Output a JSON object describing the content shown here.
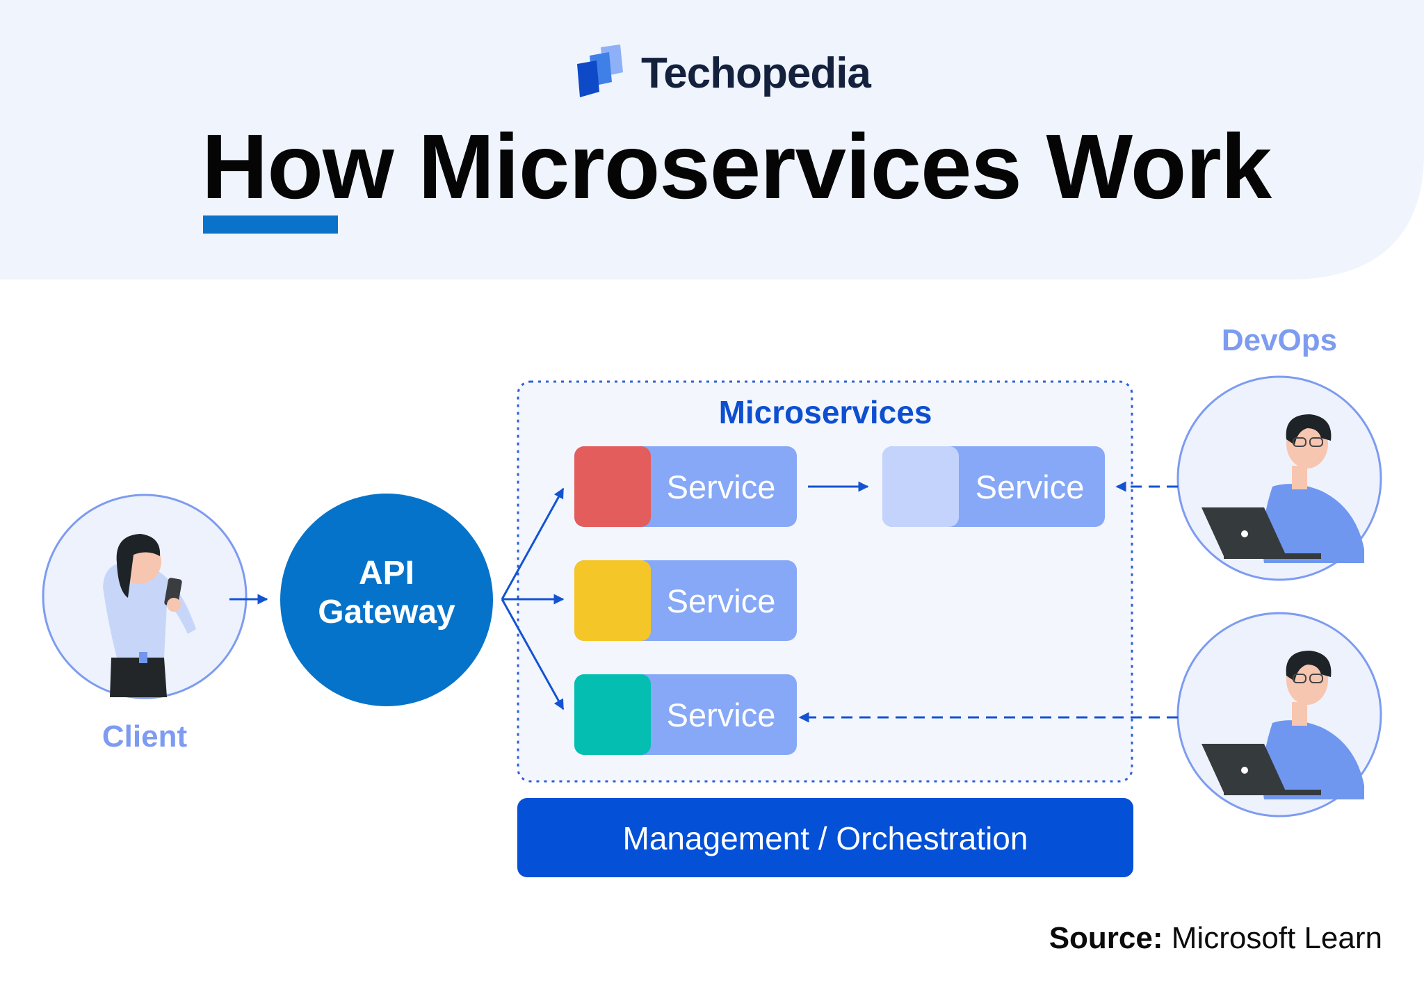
{
  "brand": {
    "name": "Techopedia"
  },
  "title": "How Microservices Work",
  "colors": {
    "hero_bg": "#eff4fd",
    "accent_blue": "#0a73c9",
    "gateway": "#0673ca",
    "service_bg": "#86a8f7",
    "orchestration": "#0450d6",
    "label_light": "#7d9bf0",
    "container_border": "#3060d8",
    "container_fill": "#f3f6fd",
    "arrow": "#1353d2"
  },
  "diagram": {
    "client_label": "Client",
    "gateway_label_line1": "API",
    "gateway_label_line2": "Gateway",
    "microservices_label": "Microservices",
    "devops_label": "DevOps",
    "orchestration_label": "Management / Orchestration",
    "services": [
      {
        "label": "Service",
        "swatch_color": "#e35d5c"
      },
      {
        "label": "Service",
        "swatch_color": "#c3d3fb"
      },
      {
        "label": "Service",
        "swatch_color": "#f5c627"
      },
      {
        "label": "Service",
        "swatch_color": "#04bfb1"
      }
    ]
  },
  "source": {
    "prefix": "Source:",
    "text": "Microsoft Learn"
  }
}
